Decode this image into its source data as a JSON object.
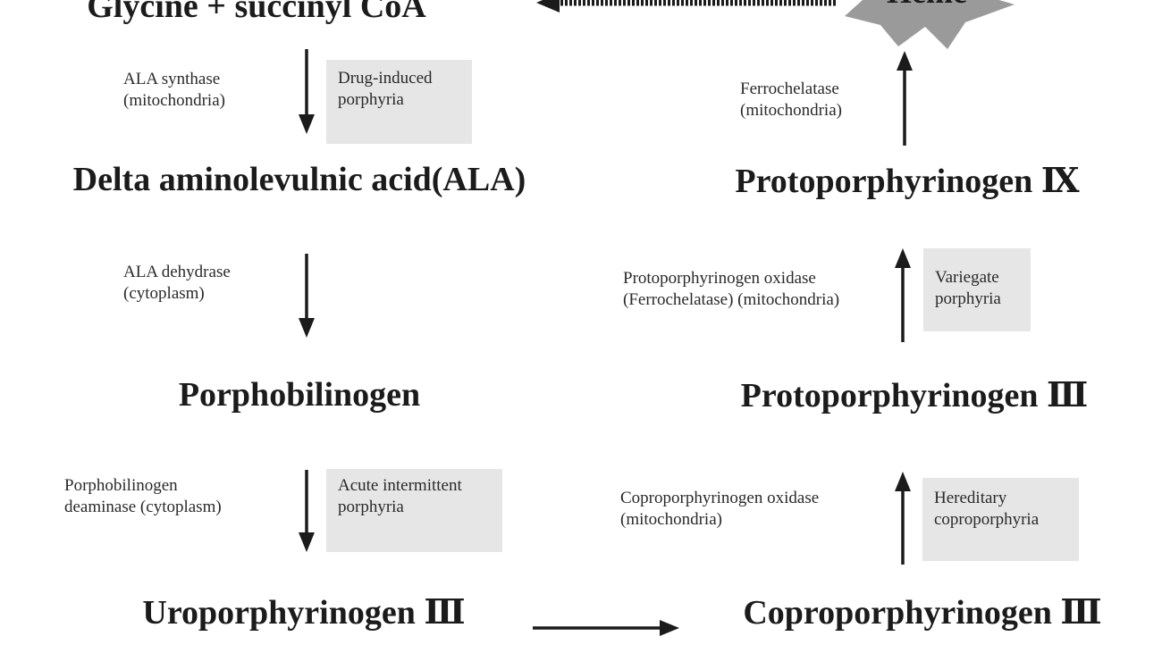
{
  "nodes": {
    "glycine": "Glycine + succinyl CoA",
    "ala": "Delta aminolevulnic acid(ALA)",
    "pbg": "Porphobilinogen",
    "uro": "Uroporphyrinogen Ⅲ",
    "copro": "Coproporphyrinogen Ⅲ",
    "proto3": "Protoporphyrinogen Ⅲ",
    "proto9": "Protoporphyrinogen Ⅸ",
    "heme": "Heme"
  },
  "enzymes": {
    "ala_synthase": [
      "ALA synthase",
      "(mitochondria)"
    ],
    "ala_dehydrase": [
      "ALA dehydrase",
      "(cytoplasm)"
    ],
    "pbg_deaminase": [
      "Porphobilinogen",
      "deaminase (cytoplasm)"
    ],
    "copro_oxidase": [
      "Coproporphyrinogen oxidase",
      "(mitochondria)"
    ],
    "proto_oxidase": [
      "Protoporphyrinogen oxidase",
      "(Ferrochelatase) (mitochondria)"
    ],
    "ferrochelatase": [
      "Ferrochelatase",
      "(mitochondria)"
    ]
  },
  "diseases": {
    "drug_induced": [
      "Drug-induced",
      "porphyria"
    ],
    "aip": [
      "Acute intermittent",
      "porphyria"
    ],
    "hcp": [
      "Hereditary",
      "coproporphyria"
    ],
    "variegate": [
      "Variegate",
      "porphyria"
    ]
  },
  "colors": {
    "text": "#1b1b1b",
    "box": "#e6e6e6",
    "heme_star": "#9a9a9a"
  }
}
